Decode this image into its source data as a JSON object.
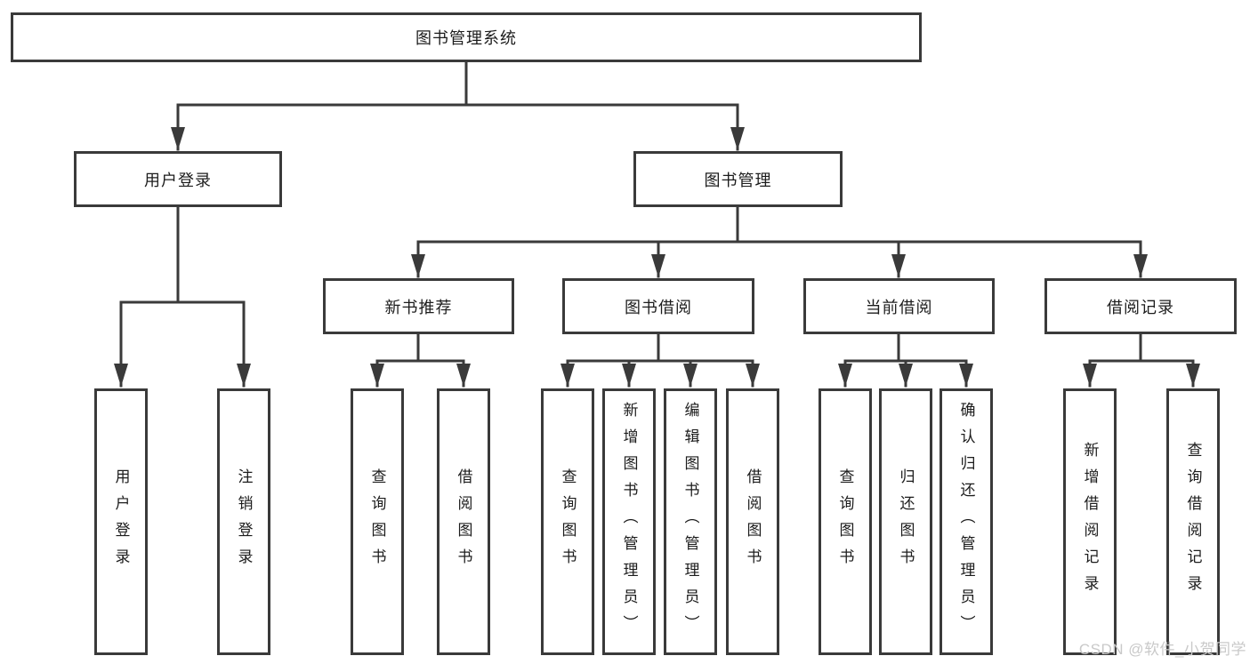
{
  "diagram": {
    "root": {
      "label": "图书管理系统"
    },
    "branches": [
      {
        "label": "用户登录"
      },
      {
        "label": "图书管理"
      }
    ],
    "modules": [
      {
        "label": "新书推荐"
      },
      {
        "label": "图书借阅"
      },
      {
        "label": "当前借阅"
      },
      {
        "label": "借阅记录"
      }
    ],
    "leaves": {
      "user_login": [
        "用户登录",
        "注销登录"
      ],
      "new_book_recommend": [
        "查询图书",
        "借阅图书"
      ],
      "book_borrow": [
        "查询图书",
        "新增图书（管理员）",
        "编辑图书（管理员）",
        "借阅图书"
      ],
      "current_borrow": [
        "查询图书",
        "归还图书",
        "确认归还（管理员）"
      ],
      "borrow_record": [
        "新增借阅记录",
        "查询借阅记录"
      ]
    }
  },
  "watermark": "CSDN @软件_小贺同学",
  "colors": {
    "line": "#3a3a3a",
    "text": "#1c1c1c",
    "watermark": "#c9c9c9",
    "background": "#ffffff"
  }
}
